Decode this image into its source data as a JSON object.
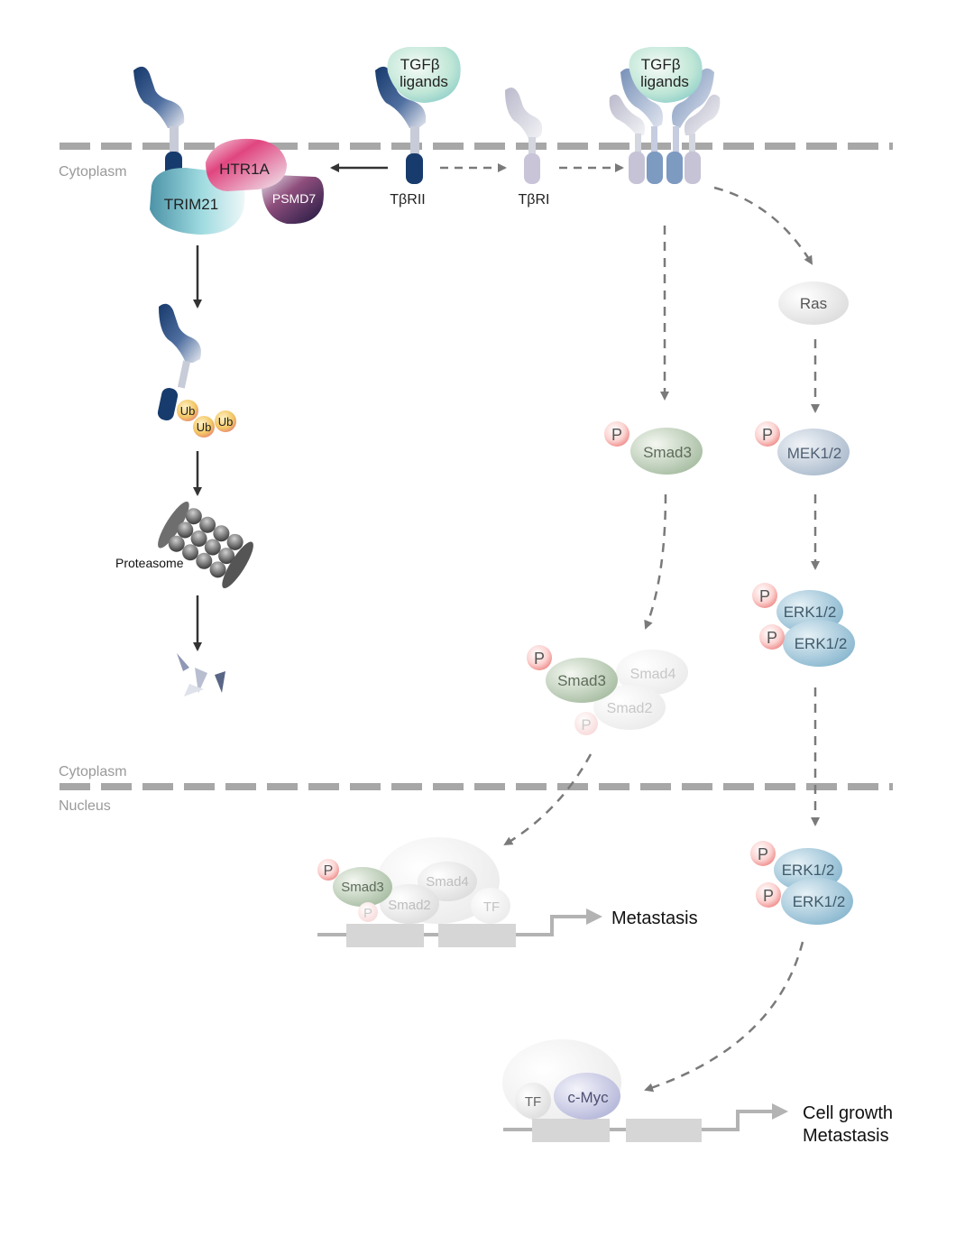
{
  "membrane": {
    "top_label": "Cytoplasm",
    "bottom_upper_label": "Cytoplasm",
    "bottom_lower_label": "Nucleus"
  },
  "receptors": {
    "ligand_1": "TGFβ\nligands",
    "ligand_2": "TGFβ\nligands",
    "tbrii": "TβRII",
    "tbri": "TβRI"
  },
  "complex": {
    "htr1a": "HTR1A",
    "trim21": "TRIM21",
    "psmd7": "PSMD7"
  },
  "degradation": {
    "ub": [
      "Ub",
      "Ub",
      "Ub"
    ],
    "proteasome": "Proteasome"
  },
  "smad_pathway": {
    "p": "P",
    "smad3": "Smad3",
    "smad4": "Smad4",
    "smad2": "Smad2",
    "tf": "TF",
    "outcome": "Metastasis"
  },
  "mapk_pathway": {
    "ras": "Ras",
    "mek": "MEK1/2",
    "erk": "ERK1/2",
    "tf": "TF",
    "cmyc": "c-Myc",
    "outcome_line1": "Cell growth",
    "outcome_line2": "Metastasis"
  },
  "colors": {
    "membrane": "#a7a7a7",
    "receptor_dark": "#173b6d",
    "receptor_light": "#d9dce8",
    "htr1a": "#d9407a",
    "trim21": "#8fd3dc",
    "psmd7": "#2a2050",
    "smad3": "#9fb79a",
    "erk": "#8fb8d0",
    "phospho": "#ef8c8c",
    "ub": "#f2cc6c",
    "arrow_dashed": "#7a7a7a"
  }
}
